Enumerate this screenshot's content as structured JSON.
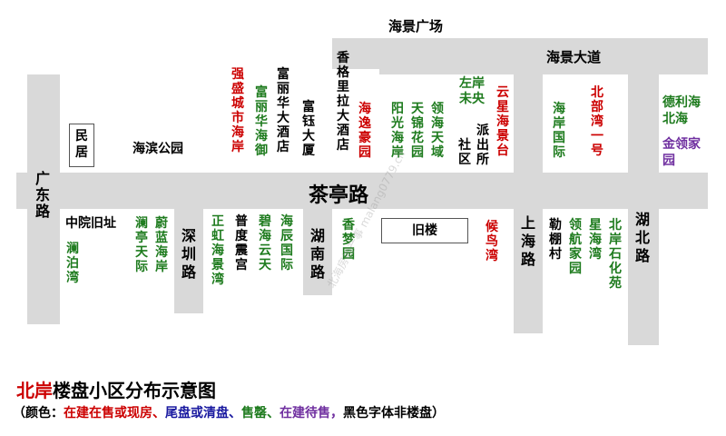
{
  "colors": {
    "selling": "#cc0000",
    "finished": "#1a1aa0",
    "soldout": "#1e7b1e",
    "upcoming": "#7030a0",
    "normal": "#000000",
    "road": "#d9d9d9"
  },
  "roads": {
    "main": "茶亭路",
    "haijing_square": "海景广场",
    "haijing_avenue": "海景大道",
    "guangdong": "广东路",
    "shenzhen": "深圳路",
    "hunan": "湖南路",
    "shanghai": "上海路",
    "hubei": "湖北路"
  },
  "places": {
    "minju": "民居",
    "haibin_park": "海滨公园",
    "jiulou": "旧楼",
    "zhongyuan": "中院旧址",
    "xiangge": "香格里拉大酒店",
    "fuli_hotel": "富丽华大酒店",
    "fuyu": "富钰大厦",
    "paichusuo": "派出所",
    "shequ": "社区",
    "puduzhen": "普度震宫",
    "lepeng": "勒棚村"
  },
  "estates": {
    "qiangsheng": "强盛城市海岸",
    "fuli_haiyu": "富丽华海御",
    "haiyi": "海逸豪园",
    "yangguang": "阳光海岸",
    "tianjin": "天锦花园",
    "linghai": "领海天域",
    "zuoan": "左岸未央",
    "yunxing": "云星海景台",
    "haian_guoji": "海岸国际",
    "beibu": "北部湾一号",
    "deli": "德利海北海",
    "jinling": "金领家园",
    "lanbo": "澜泊湾",
    "lanting": "澜亭天际",
    "weilan": "蔚蓝海岸",
    "zhenghong": "正虹海景湾",
    "bihai": "碧海云天",
    "haichen": "海辰国际",
    "xiangmeng": "香梦园",
    "houniao": "候鸟湾",
    "linghang": "领航家园",
    "xinghai": "星海湾",
    "beian_shihua": "北岸石化苑"
  },
  "watermark": "北海房地产事 malang0779.cn",
  "legend": {
    "title_colored": "北岸",
    "title_rest": "楼盘小区分布示意图",
    "open": "（颜色：",
    "selling": "在建在售或现房、",
    "finished": "尾盘或清盘、",
    "soldout": "售罄、",
    "upcoming": "在建待售，",
    "normal": "黑色字体非楼盘）"
  }
}
